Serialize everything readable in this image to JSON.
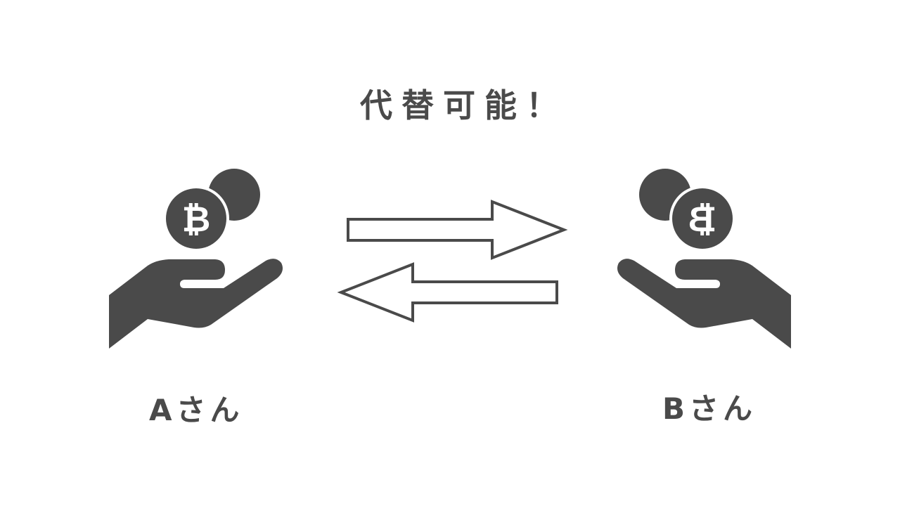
{
  "title": "代替可能！",
  "parties": [
    {
      "label": "Aさん",
      "coin_symbol": "₿"
    },
    {
      "label": "Bさん",
      "coin_symbol": "₿"
    }
  ],
  "colors": {
    "ink": "#4a4a4a",
    "background": "#ffffff",
    "coin_symbol": "#ffffff"
  },
  "icons": {
    "hand": "hand-offering-icon",
    "coin": "bitcoin-coin-icon",
    "arrow_right": "arrow-right-outline-icon",
    "arrow_left": "arrow-left-outline-icon"
  }
}
